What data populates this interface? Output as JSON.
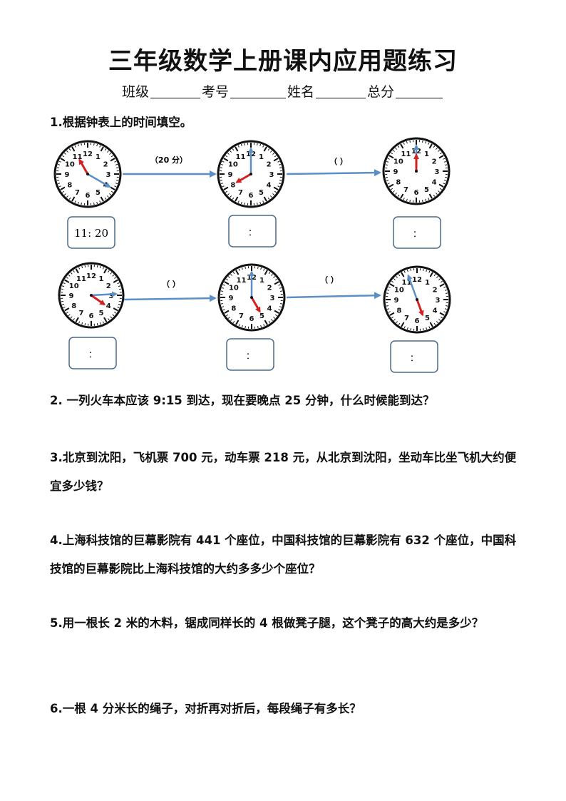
{
  "title": "三年级数学上册课内应用题练习",
  "header_fields": {
    "class_label": "班级",
    "number_label": "考号",
    "name_label": "姓名",
    "score_label": "总分"
  },
  "q1": {
    "text": "1.根据钟表上的时间填空。",
    "row1": {
      "arrow_labels": [
        "（20 分）",
        "（          ）"
      ],
      "boxes": [
        "11: 20",
        "：",
        "："
      ]
    },
    "row2": {
      "arrow_labels": [
        "（          ）",
        "（          ）"
      ],
      "boxes": [
        "：",
        "：",
        "："
      ]
    }
  },
  "questions": [
    "2. 一列火车本应该 9:15 到达，现在要晚点 25 分钟，什么时候能到达？",
    "3.北京到沈阳，飞机票 700 元，动车票 218 元，从北京到沈阳，坐动车比坐飞机大约便宜多少钱？",
    "4.上海科技馆的巨幕影院有 441 个座位，中国科技馆的巨幕影院有 632 个座位，中国科技馆的巨幕影院比上海科技馆的大约多多少个座位？",
    "5.用一根长 2 米的木料，锯成同样长的 4 根做凳子腿，这个凳子的高大约是多少？",
    "6.一根 4 分米长的绳子，对折再对折后，每段绳子有多长？"
  ],
  "clock_numerals": [
    "12",
    "1",
    "2",
    "3",
    "4",
    "5",
    "6",
    "7",
    "8",
    "9",
    "10",
    "11"
  ],
  "colors": {
    "hour_hand": "#d42020",
    "minute_hand": "#5b8fc7",
    "arrow": "#5b8fc7",
    "box_border": "#4a6a8a"
  }
}
